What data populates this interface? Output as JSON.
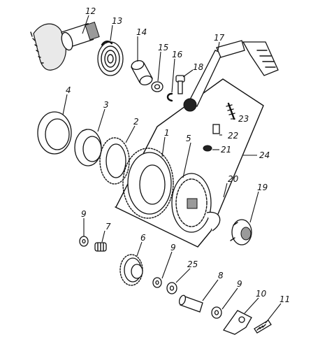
{
  "labels": {
    "p1": "1",
    "p2": "2",
    "p3": "3",
    "p4": "4",
    "p5": "5",
    "p6": "6",
    "p7": "7",
    "p8": "8",
    "p9a": "9",
    "p9b": "9",
    "p9c": "9",
    "p10": "10",
    "p11": "11",
    "p12": "12",
    "p13": "13",
    "p14": "14",
    "p15": "15",
    "p16": "16",
    "p17": "17",
    "p18": "18",
    "p19": "19",
    "p20": "20",
    "p21": "21",
    "p22": "22",
    "p23": "23",
    "p24": "24",
    "p25": "25"
  }
}
